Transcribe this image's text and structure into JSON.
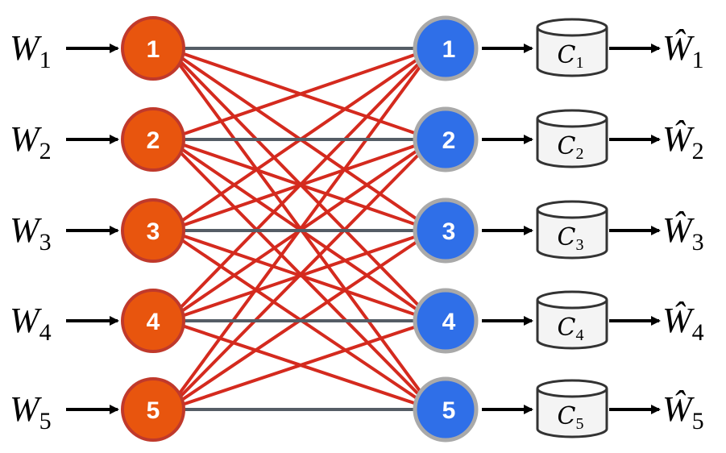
{
  "inputs": [
    {
      "symbol": "W",
      "sub": "1"
    },
    {
      "symbol": "W",
      "sub": "2"
    },
    {
      "symbol": "W",
      "sub": "3"
    },
    {
      "symbol": "W",
      "sub": "4"
    },
    {
      "symbol": "W",
      "sub": "5"
    }
  ],
  "sources": [
    "1",
    "2",
    "3",
    "4",
    "5"
  ],
  "receivers": [
    "1",
    "2",
    "3",
    "4",
    "5"
  ],
  "caches": [
    {
      "symbol": "C",
      "sub": "1"
    },
    {
      "symbol": "C",
      "sub": "2"
    },
    {
      "symbol": "C",
      "sub": "3"
    },
    {
      "symbol": "C",
      "sub": "4"
    },
    {
      "symbol": "C",
      "sub": "5"
    }
  ],
  "outputs": [
    {
      "symbol": "Ŵ",
      "sub": "1"
    },
    {
      "symbol": "Ŵ",
      "sub": "2"
    },
    {
      "symbol": "Ŵ",
      "sub": "3"
    },
    {
      "symbol": "Ŵ",
      "sub": "4"
    },
    {
      "symbol": "Ŵ",
      "sub": "5"
    }
  ],
  "colors": {
    "source_fill": "#e8550e",
    "source_stroke": "#c0392b",
    "receiver_fill": "#2f6fe8",
    "receiver_stroke": "#a9a9a9",
    "direct_link": "#555d66",
    "cross_link": "#d42a1e",
    "arrow": "#000000",
    "cache_fill": "#f4f4f4",
    "cache_stroke": "#333333"
  },
  "icons": {
    "cache": "cylinder-database-icon"
  }
}
